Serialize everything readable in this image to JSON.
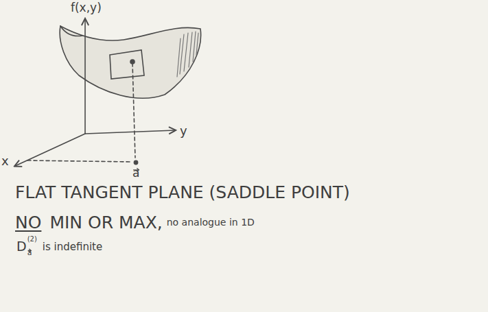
{
  "diagram": {
    "labels": [
      "f(x,y)",
      "y",
      "x",
      "a",
      "FLAT TANGENT PLANE (SADDLE POINT)",
      "NO",
      "MIN OR MAX,",
      "no analogue in 1D",
      "D",
      "(2)",
      "a",
      "is indefinite"
    ]
  }
}
